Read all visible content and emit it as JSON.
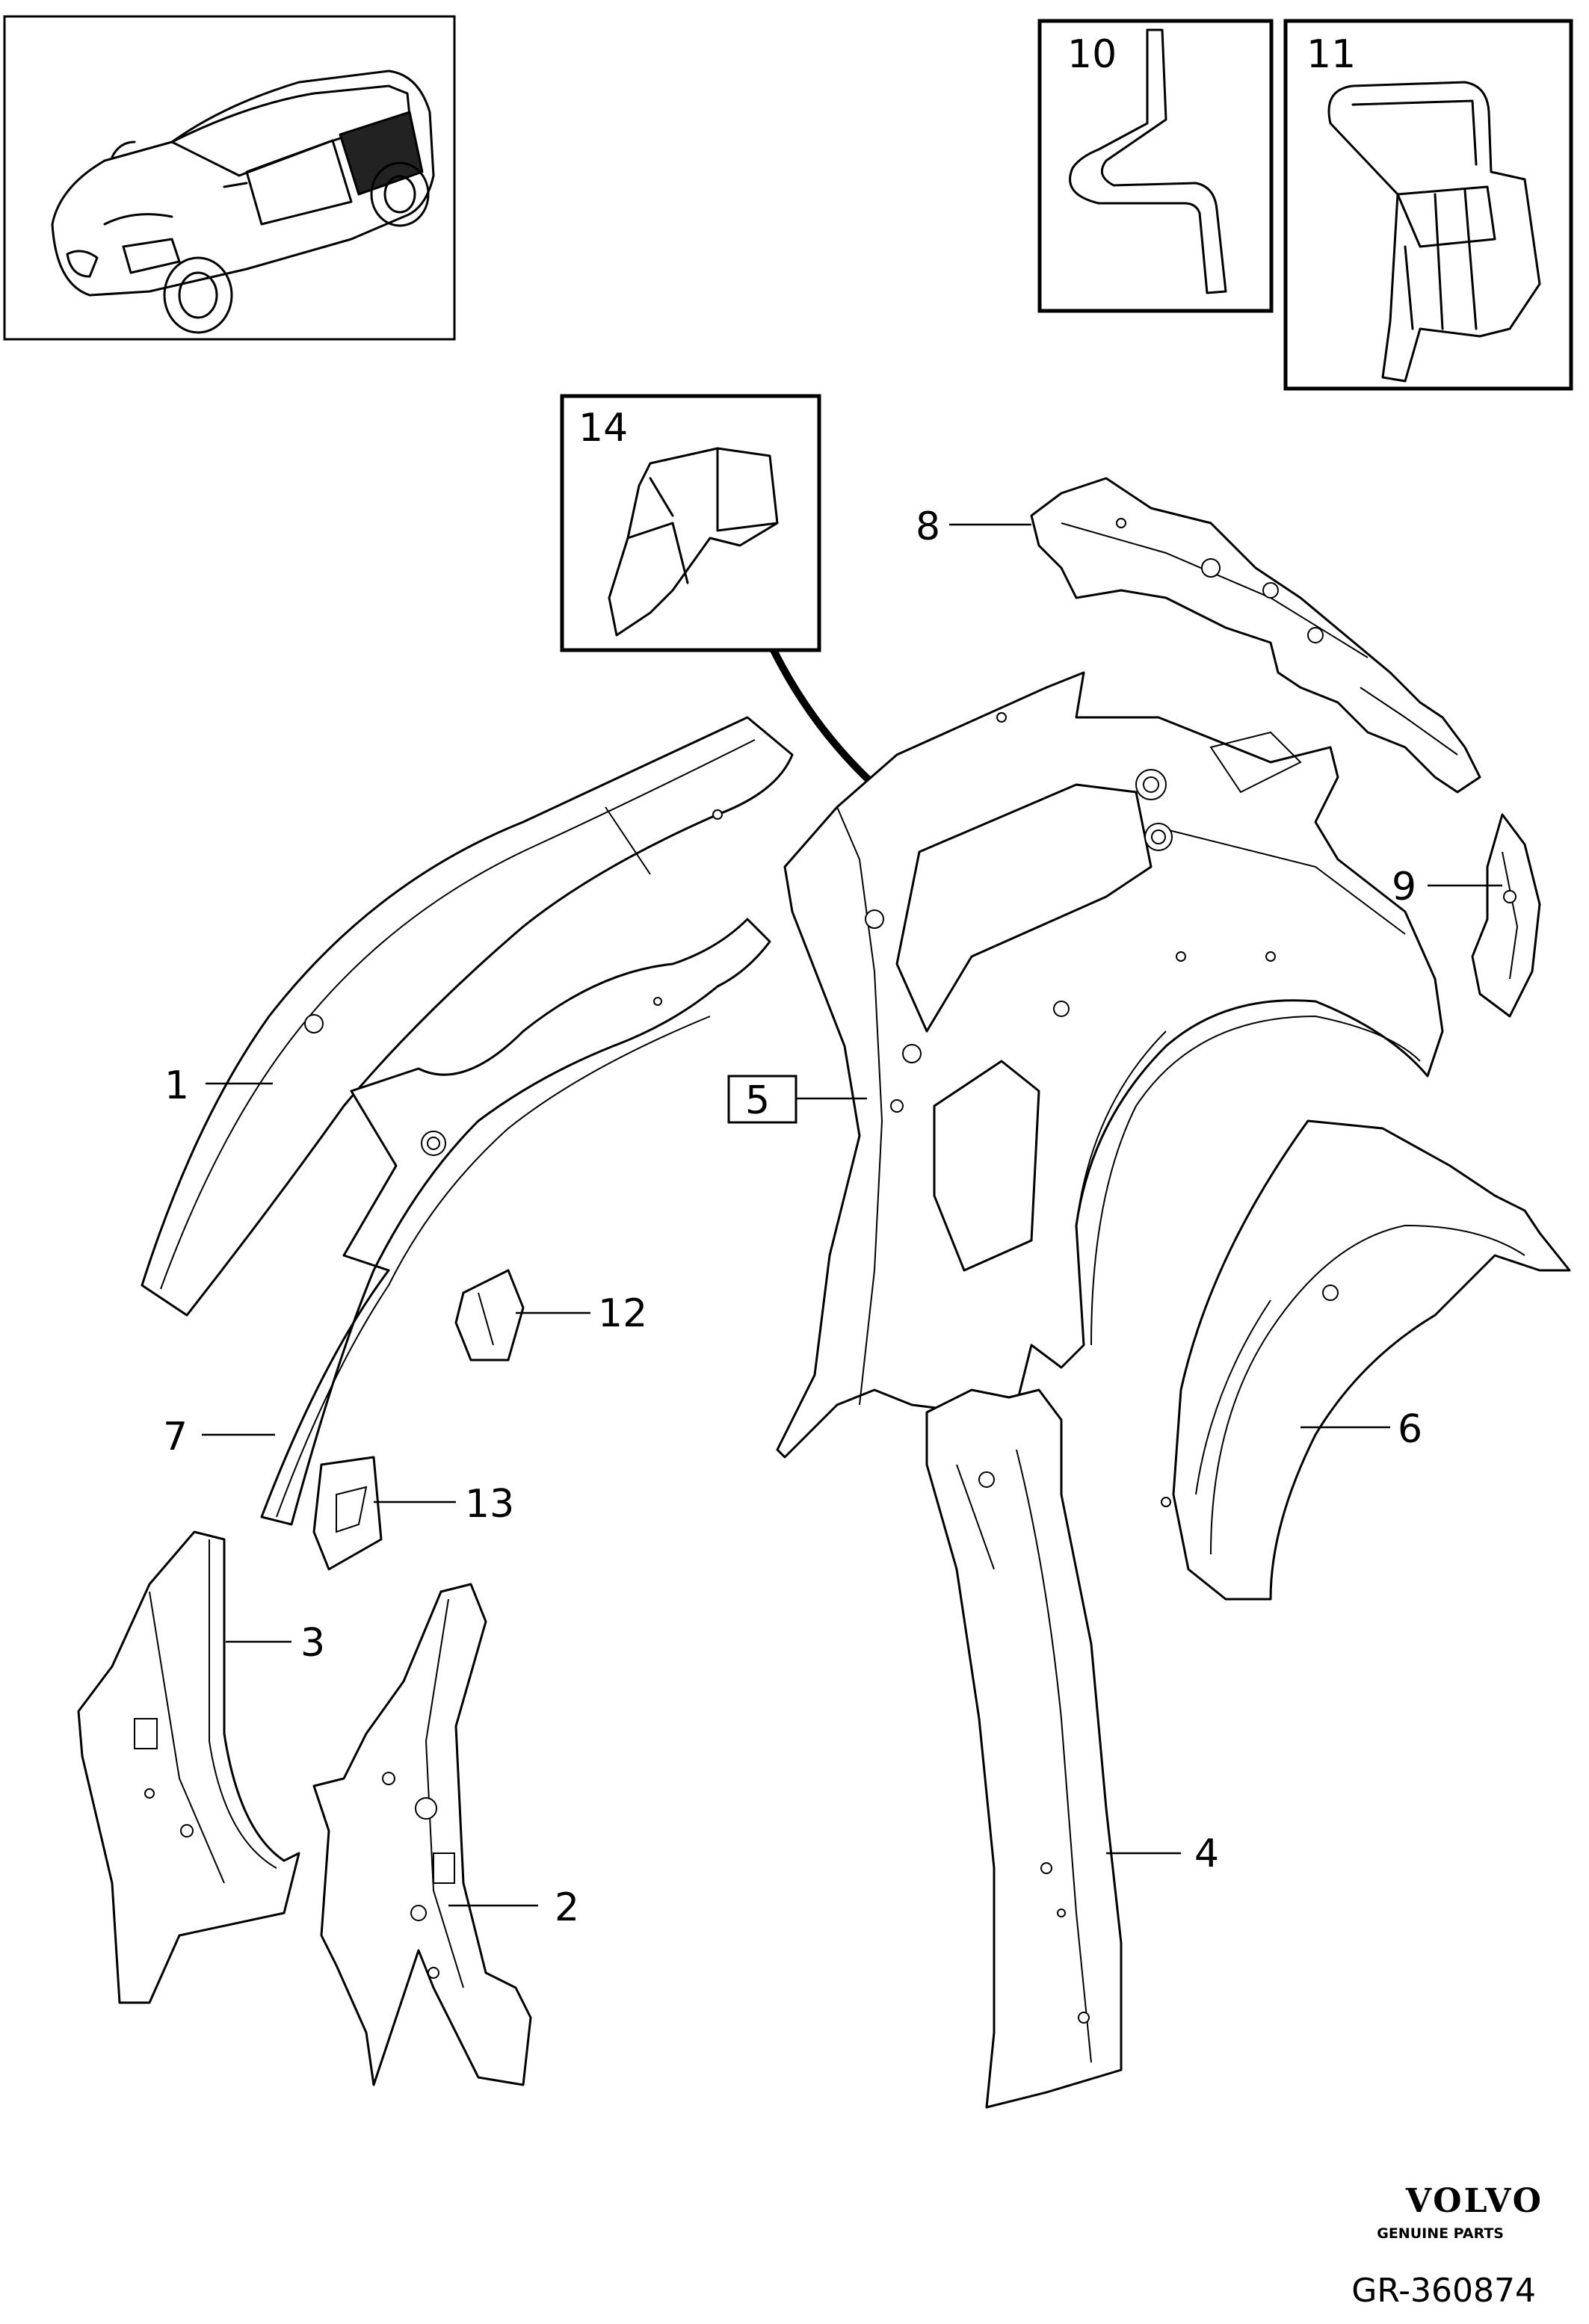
{
  "callouts": {
    "c1": "1",
    "c2": "2",
    "c3": "3",
    "c4": "4",
    "c5": "5",
    "c6": "6",
    "c7": "7",
    "c8": "8",
    "c9": "9",
    "c10": "10",
    "c11": "11",
    "c12": "12",
    "c13": "13",
    "c14": "14"
  },
  "footer": {
    "brand": "VOLVO",
    "tagline": "GENUINE PARTS",
    "reference": "GR-360874"
  }
}
